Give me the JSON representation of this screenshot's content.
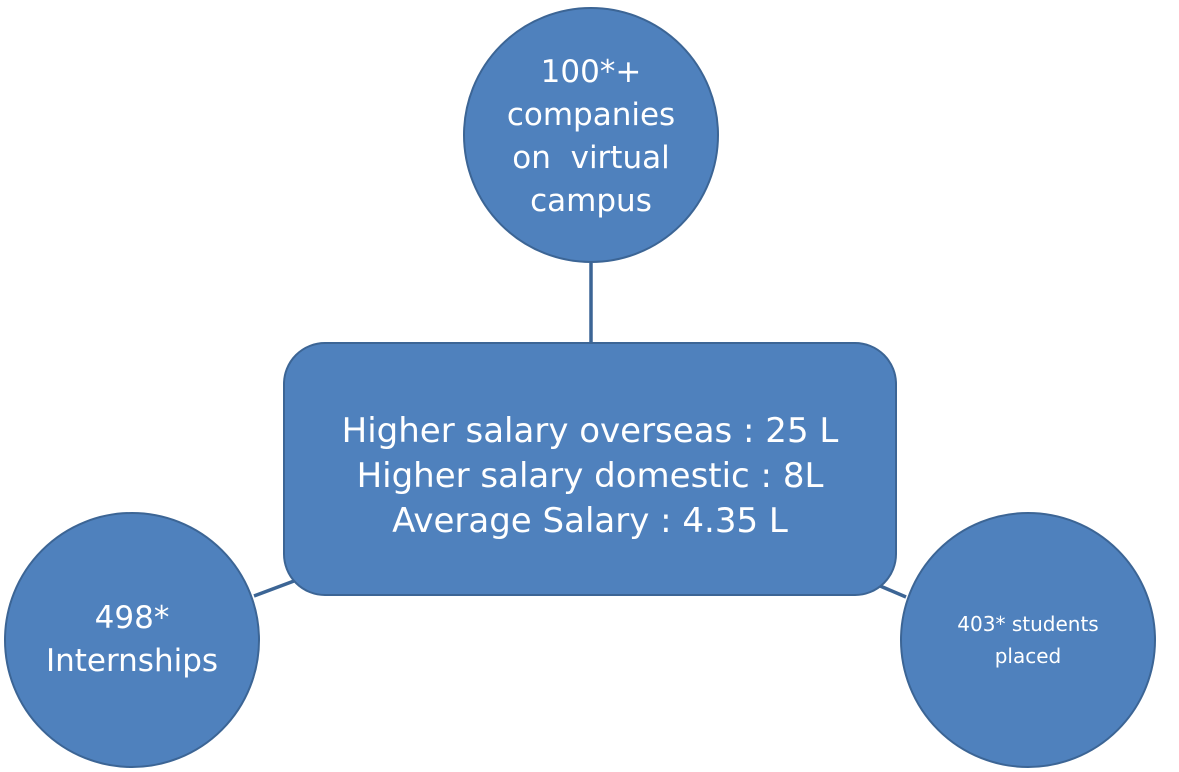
{
  "colors": {
    "node_fill": "#4f81bd",
    "node_border": "#3c6595",
    "connector": "#3c6595",
    "text": "#ffffff",
    "background": "#ffffff"
  },
  "center": {
    "lines": [
      "Higher salary overseas : 25 L",
      "Higher salary domestic : 8L",
      "Average Salary : 4.35 L"
    ]
  },
  "top": {
    "lines": [
      "100*+",
      "companies",
      "on  virtual",
      "campus"
    ]
  },
  "left": {
    "lines": [
      "498*",
      "Internships"
    ]
  },
  "right": {
    "lines": [
      "403* students",
      "placed"
    ]
  }
}
